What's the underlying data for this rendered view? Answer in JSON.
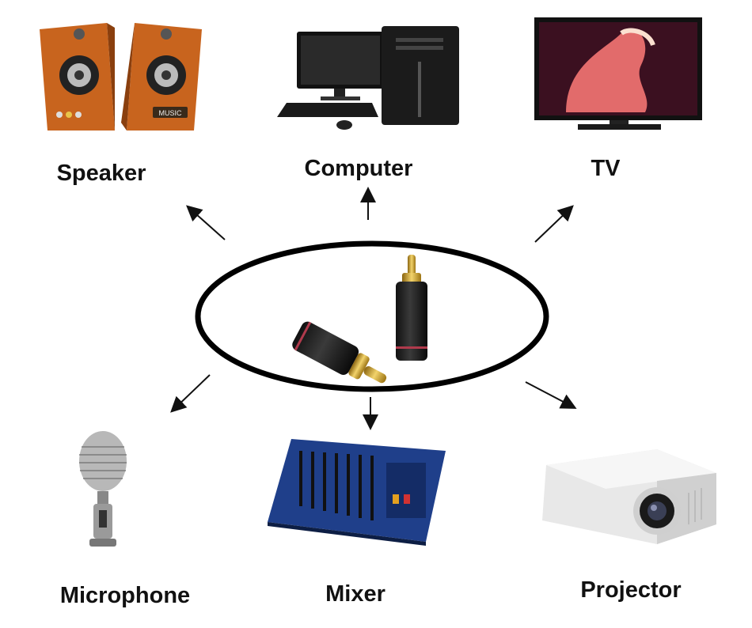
{
  "labels": {
    "speaker": "Speaker",
    "computer": "Computer",
    "tv": "TV",
    "microphone": "Microphone",
    "mixer": "Mixer",
    "projector": "Projector"
  },
  "speaker_badge": "MUSIC",
  "colors": {
    "arrow": "#111111",
    "ellipse": "#000000",
    "wood": "#c8641e",
    "gold": "#d4a017"
  },
  "icons": [
    "speaker-icon",
    "computer-icon",
    "tv-icon",
    "microphone-icon",
    "mixer-icon",
    "projector-icon",
    "rca-connector-icon"
  ]
}
